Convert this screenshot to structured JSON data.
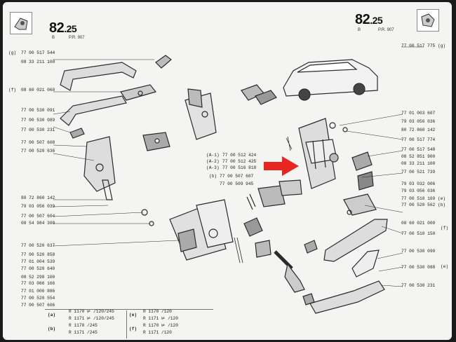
{
  "header": {
    "left": {
      "page": "82",
      "sub": ".25",
      "sect": "B",
      "ref": "P.R. 907"
    },
    "right": {
      "page": "82",
      "sub": ".25",
      "sect": "B",
      "ref": "P.R. 907"
    }
  },
  "left_labels": [
    {
      "id": "l1",
      "code": "77 00 517 544",
      "tag": "(g)"
    },
    {
      "id": "l2",
      "code": "08 33 211 100",
      "tag": ""
    },
    {
      "id": "l3",
      "code": "08 60 021 060",
      "tag": "(f)"
    },
    {
      "id": "l4",
      "code": "77 00 530 091",
      "tag": ""
    },
    {
      "id": "l5",
      "code": "77 00 530 089",
      "tag": ""
    },
    {
      "id": "l6",
      "code": "77 00 530 231",
      "tag": ""
    },
    {
      "id": "l7",
      "code": "77 00 507 608",
      "tag": ""
    },
    {
      "id": "l8",
      "code": "77 00 520 636",
      "tag": ""
    },
    {
      "id": "l9",
      "code": "80 72 860 142",
      "tag": ""
    },
    {
      "id": "l10",
      "code": "79 03 056 039",
      "tag": ""
    },
    {
      "id": "l11",
      "code": "77 00 507 604",
      "tag": ""
    },
    {
      "id": "l12",
      "code": "08 54 984 300",
      "tag": ""
    },
    {
      "id": "l13",
      "code": "77 00 520 637",
      "tag": ""
    },
    {
      "id": "l14",
      "code": "77 00 520 858",
      "tag": ""
    },
    {
      "id": "l15",
      "code": "77 01 004 539",
      "tag": ""
    },
    {
      "id": "l16",
      "code": "77 00 520 640",
      "tag": ""
    },
    {
      "id": "l17",
      "code": "08 52 298 100",
      "tag": ""
    },
    {
      "id": "l18",
      "code": "77 03 066 166",
      "tag": ""
    },
    {
      "id": "l19",
      "code": "77 01 006 886",
      "tag": ""
    },
    {
      "id": "l20",
      "code": "77 00 520 554",
      "tag": ""
    },
    {
      "id": "l21",
      "code": "77 00 507 606",
      "tag": ""
    }
  ],
  "center_labels": [
    {
      "id": "c1",
      "code": "77 00 512 424",
      "tag": "(A-1)"
    },
    {
      "id": "c2",
      "code": "77 00 512 425",
      "tag": "(A-2)"
    },
    {
      "id": "c3",
      "code": "77 00 516 818",
      "tag": "(A-3)"
    },
    {
      "id": "c4",
      "code": "77 00 507 607",
      "tag": "(b)"
    },
    {
      "id": "c5",
      "code": "77 00 509 945",
      "tag": ""
    }
  ],
  "right_labels": [
    {
      "id": "r0",
      "code": "77 00 517 775 (g)"
    },
    {
      "id": "r1",
      "code": "77 01 003 607"
    },
    {
      "id": "r2",
      "code": "79 03 056 036"
    },
    {
      "id": "r3",
      "code": "80 72 860 142"
    },
    {
      "id": "r4",
      "code": "77 00 517 774"
    },
    {
      "id": "r5",
      "code": "77 00 517 548"
    },
    {
      "id": "r6",
      "code": "08 52 851 900"
    },
    {
      "id": "r7",
      "code": "08 33 211 100"
    },
    {
      "id": "r8",
      "code": "77 00 521 739"
    },
    {
      "id": "r9",
      "code": "79 03 032 006"
    },
    {
      "id": "r10",
      "code": "79 03 056 036"
    },
    {
      "id": "r11",
      "code": "77 00 510 169 (e)"
    },
    {
      "id": "r12",
      "code": "77 00 520 562 (b)"
    },
    {
      "id": "r13",
      "code": "08 60 021 000"
    },
    {
      "id": "r14",
      "code": "77 00 510 150"
    },
    {
      "id": "r15",
      "code": "77 00 530 090"
    },
    {
      "id": "r16",
      "code": "77 00 530 088"
    },
    {
      "id": "r17",
      "code": "77 00 530 231"
    }
  ],
  "right_tags": {
    "f": "(f)",
    "e": "(e)"
  },
  "legend": [
    {
      "key": "(a)",
      "l1": "R 1170  ⊭ /120/245",
      "l2": "R 1171  ⊭ /120/245"
    },
    {
      "key": "(b)",
      "l1": "R 1170  /245",
      "l2": "R 1171  /245"
    },
    {
      "key": "(e)",
      "l1": "R 1170  /120",
      "l2": "R 1171  ⊭ /120"
    },
    {
      "key": "(f)",
      "l1": "R 1170  ⊭ /120",
      "l2": "R 1171  /120"
    }
  ],
  "colors": {
    "arrow": "#e8251f",
    "ink": "#2a2a2a",
    "paper": "#f4f5f2"
  }
}
